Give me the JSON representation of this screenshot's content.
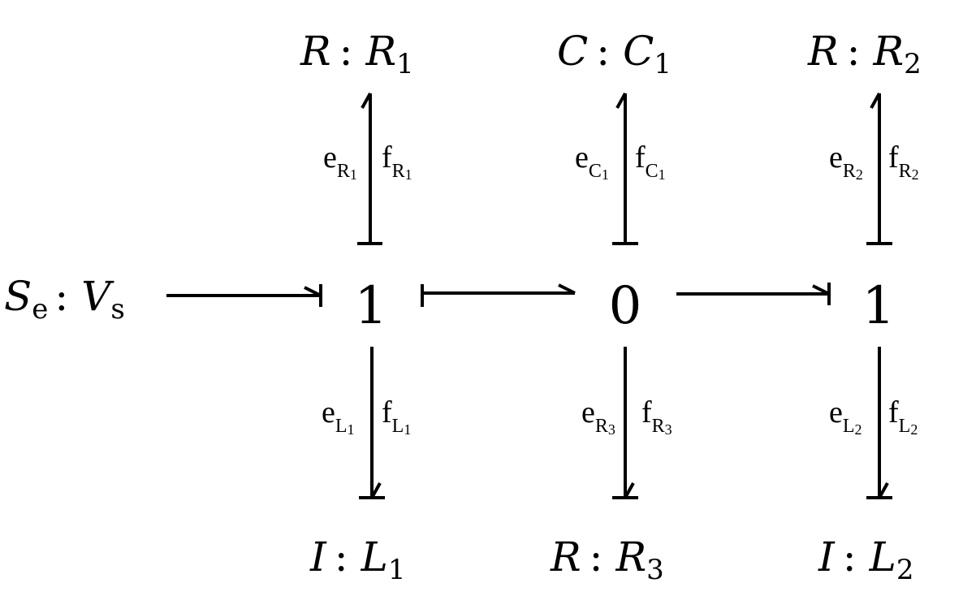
{
  "junctions": {
    "left_one": "1",
    "center_zero": "0",
    "right_one": "1"
  },
  "elements": {
    "source": {
      "type": "S",
      "type_sub": "e",
      "name": "V",
      "name_sub": "s"
    },
    "top_left": {
      "type": "R",
      "name": "R",
      "name_sub": "1"
    },
    "top_center": {
      "type": "C",
      "name": "C",
      "name_sub": "1"
    },
    "top_right": {
      "type": "R",
      "name": "R",
      "name_sub": "2"
    },
    "bottom_left": {
      "type": "I",
      "name": "L",
      "name_sub": "1"
    },
    "bottom_center": {
      "type": "R",
      "name": "R",
      "name_sub": "3"
    },
    "bottom_right": {
      "type": "I",
      "name": "L",
      "name_sub": "2"
    },
    "colon": ":"
  },
  "bond_labels": {
    "effort_letter": "e",
    "flow_letter": "f",
    "top_left": {
      "sub": "R",
      "subsub": "1"
    },
    "top_center": {
      "sub": "C",
      "subsub": "1"
    },
    "top_right": {
      "sub": "R",
      "subsub": "2"
    },
    "bottom_left": {
      "sub": "L",
      "subsub": "1"
    },
    "bottom_center": {
      "sub": "R",
      "subsub": "3"
    },
    "bottom_right": {
      "sub": "L",
      "subsub": "2"
    }
  }
}
